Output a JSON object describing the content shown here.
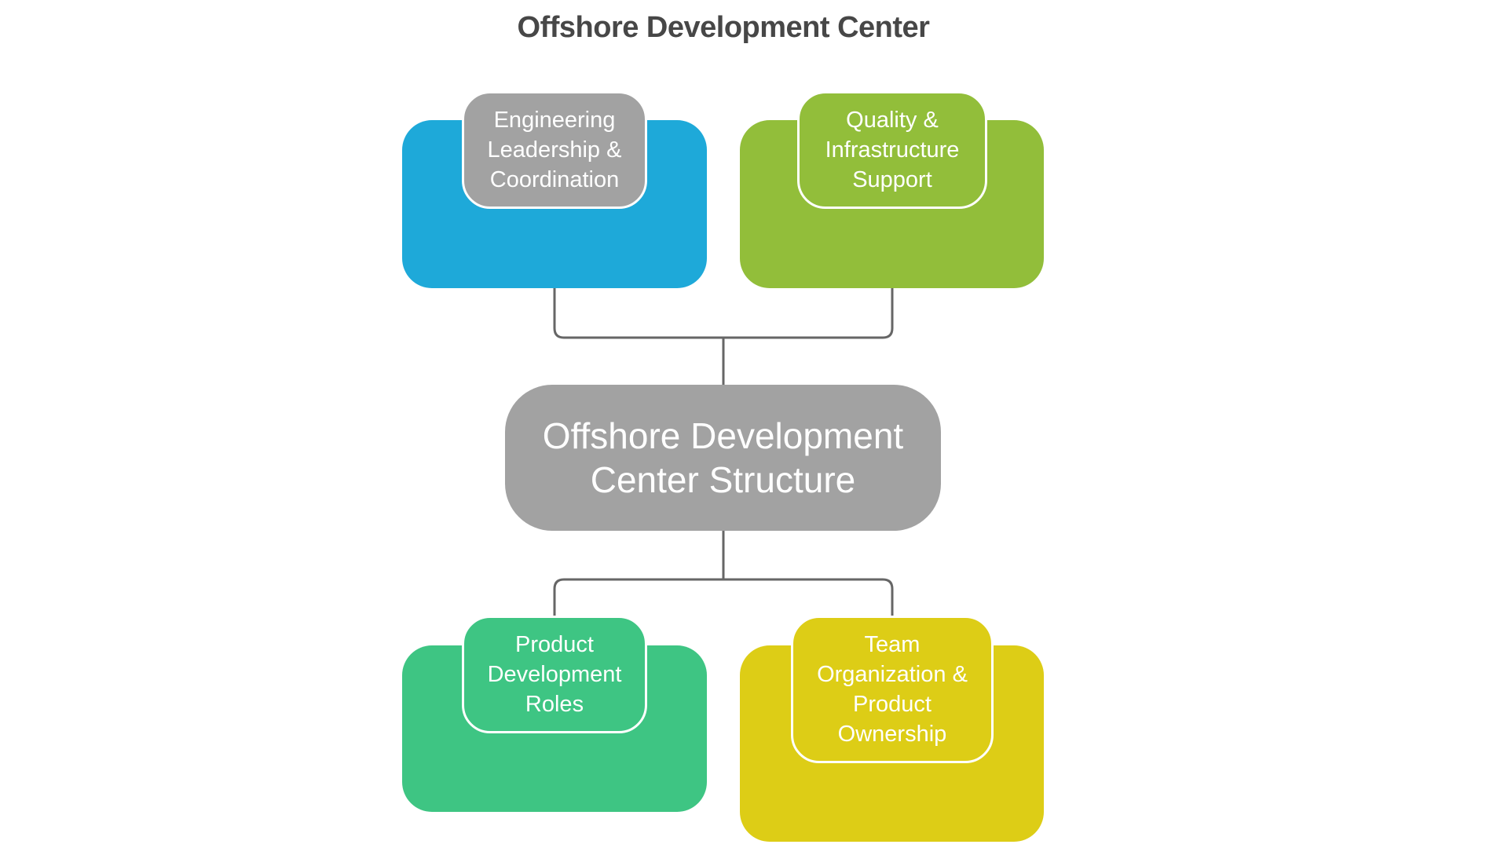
{
  "title": "Offshore Development Center",
  "center": {
    "label": "Offshore Development\nCenter Structure",
    "color": "#a2a2a2"
  },
  "branches": [
    {
      "id": "top-left",
      "label": "Engineering\nLeadership &\nCoordination",
      "card_color": "#1ea9d9",
      "tab_color": "#a2a2a2"
    },
    {
      "id": "top-right",
      "label": "Quality &\nInfrastructure\nSupport",
      "card_color": "#92be3a",
      "tab_color": "#92be3a"
    },
    {
      "id": "bottom-left",
      "label": "Product\nDevelopment\nRoles",
      "card_color": "#3ec583",
      "tab_color": "#3ec583"
    },
    {
      "id": "bottom-right",
      "label": "Team\nOrganization &\nProduct\nOwnership",
      "card_color": "#ddcd16",
      "tab_color": "#ddcd16"
    }
  ],
  "connector_color": "#666666"
}
